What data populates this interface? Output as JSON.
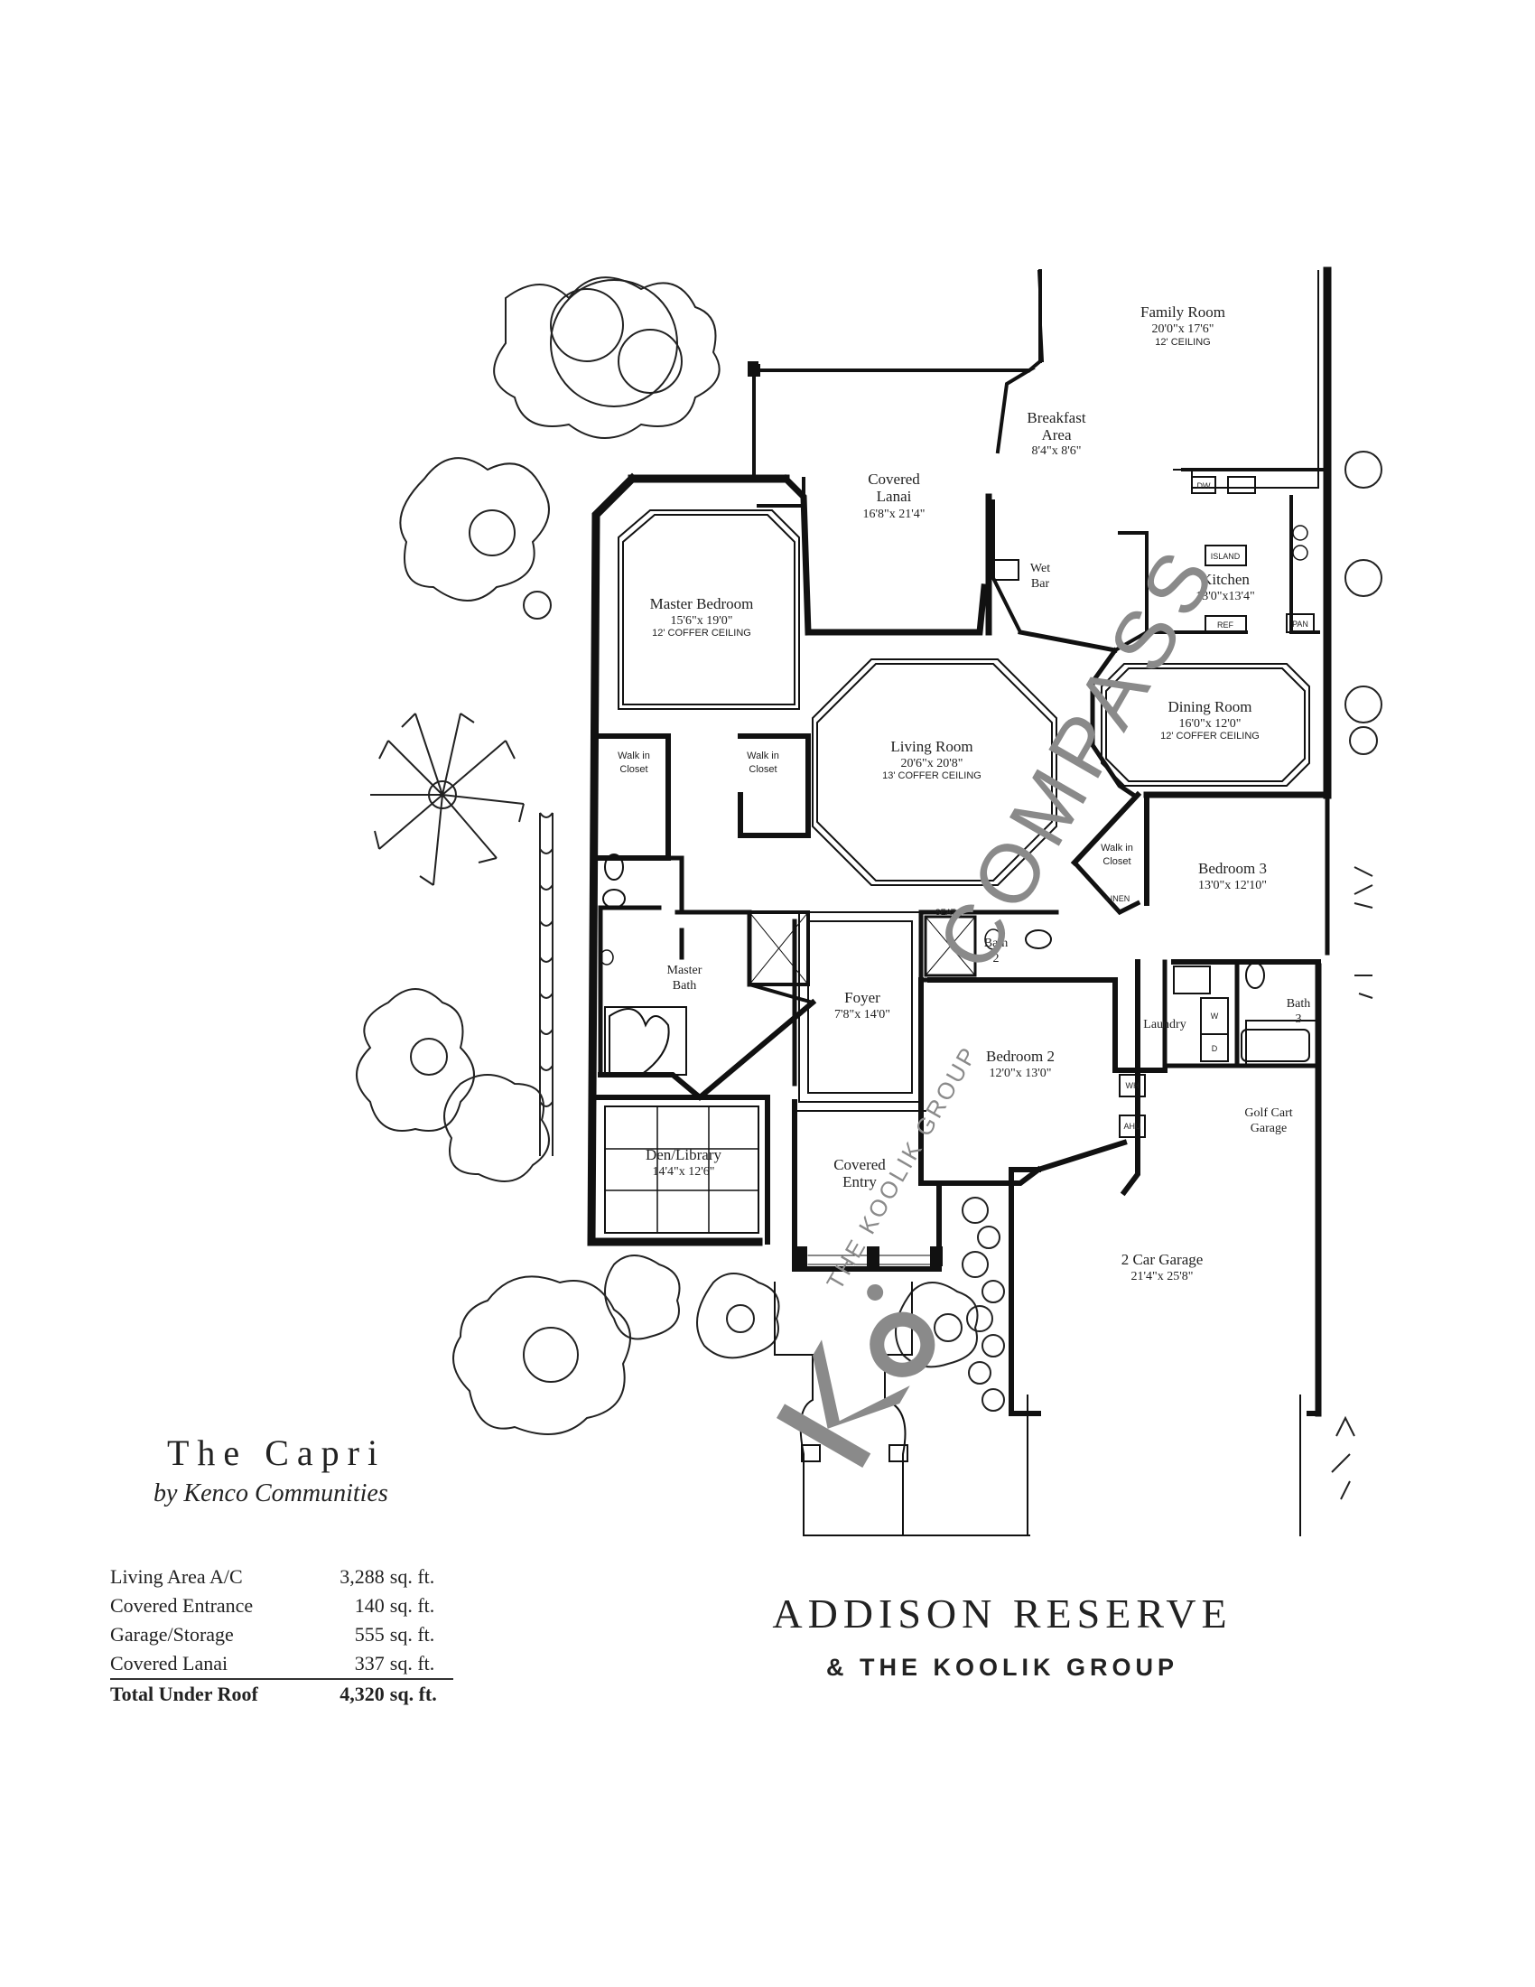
{
  "rooms": {
    "family_room": {
      "name": "Family Room",
      "dims": "20'0\"x 17'6\"",
      "note": "12' CEILING"
    },
    "breakfast": {
      "name1": "Breakfast",
      "name2": "Area",
      "dims": "8'4\"x 8'6\""
    },
    "covered_lanai": {
      "name1": "Covered",
      "name2": "Lanai",
      "dims": "16'8\"x 21'4\""
    },
    "master_bedroom": {
      "name": "Master Bedroom",
      "dims": "15'6\"x 19'0\"",
      "note": "12' COFFER CEILING"
    },
    "kitchen": {
      "name": "Kitchen",
      "dims": "13'0\"x13'4\""
    },
    "wet_bar": {
      "name1": "Wet",
      "name2": "Bar"
    },
    "living_room": {
      "name": "Living Room",
      "dims": "20'6\"x 20'8\"",
      "note": "13' COFFER CEILING"
    },
    "dining_room": {
      "name": "Dining Room",
      "dims": "16'0\"x 12'0\"",
      "note": "12' COFFER CEILING"
    },
    "walk_in_left": {
      "name1": "Walk in",
      "name2": "Closet"
    },
    "walk_in_right": {
      "name1": "Walk in",
      "name2": "Closet"
    },
    "walk_in_bed3": {
      "name1": "Walk in",
      "name2": "Closet"
    },
    "bedroom3": {
      "name": "Bedroom 3",
      "dims": "13'0\"x 12'10\""
    },
    "bath2": {
      "name1": "Bath",
      "name2": "2"
    },
    "bath3": {
      "name1": "Bath",
      "name2": "3"
    },
    "master_bath": {
      "name1": "Master",
      "name2": "Bath"
    },
    "foyer": {
      "name": "Foyer",
      "dims": "7'8\"x 14'0\""
    },
    "laundry": {
      "name": "Laundry"
    },
    "bedroom2": {
      "name": "Bedroom 2",
      "dims": "12'0\"x 13'0\""
    },
    "golf_cart": {
      "name1": "Golf Cart",
      "name2": "Garage"
    },
    "den": {
      "name": "Den/Library",
      "dims": "14'4\"x 12'6\""
    },
    "covered_entry": {
      "name1": "Covered",
      "name2": "Entry"
    },
    "garage": {
      "name": "2 Car Garage",
      "dims": "21'4\"x 25'8\""
    }
  },
  "appliances": {
    "dw": "DW",
    "island": "ISLAND",
    "ref": "REF",
    "pan": "PAN",
    "seat": "SEAT",
    "linen": "LINEN",
    "wh": "WH",
    "ahu": "AHU",
    "w": "W",
    "d": "D"
  },
  "watermark": {
    "compass": "COMPASS",
    "koolik": "THE KOOLIK GROUP"
  },
  "title": {
    "name": "The Capri",
    "builder": "by Kenco Communities"
  },
  "areas": [
    {
      "label": "Living Area A/C",
      "value": "3,288",
      "unit": "sq. ft."
    },
    {
      "label": "Covered Entrance",
      "value": "140",
      "unit": "sq. ft."
    },
    {
      "label": "Garage/Storage",
      "value": "555",
      "unit": "sq. ft."
    },
    {
      "label": "Covered Lanai",
      "value": "337",
      "unit": "sq. ft."
    }
  ],
  "total": {
    "label": "Total Under Roof",
    "value": "4,320",
    "unit": "sq. ft."
  },
  "brand": {
    "line1": "ADDISON RESERVE",
    "line2": "& THE KOOLIK GROUP"
  }
}
